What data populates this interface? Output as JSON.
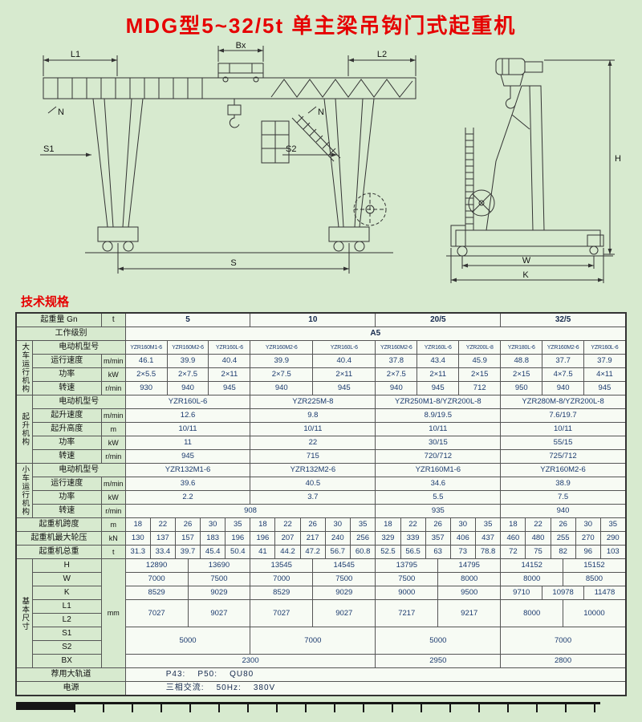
{
  "page": {
    "title": "MDG型5~32/5t 单主梁吊钩门式起重机",
    "section_title": "技术规格"
  },
  "drawing": {
    "labels": {
      "L1": "L1",
      "Bx": "Bx",
      "L2": "L2",
      "S": "S",
      "S1": "S1",
      "S2": "S2",
      "N1": "N",
      "N2": "N",
      "H": "H",
      "W": "W",
      "K": "K"
    }
  },
  "table": {
    "rows": [
      {
        "cells": [
          {
            "t": "起重量 Gn",
            "c": 2,
            "k": "lbl"
          },
          {
            "t": "t",
            "c": 1,
            "k": "lbl"
          },
          {
            "t": "5",
            "c": 30,
            "k": "hdr"
          },
          {
            "t": "10",
            "c": 30,
            "k": "hdr"
          },
          {
            "t": "20/5",
            "c": 30,
            "k": "hdr"
          },
          {
            "t": "32/5",
            "c": 30,
            "k": "hdr"
          }
        ]
      },
      {
        "cells": [
          {
            "t": "工作级别",
            "c": 3,
            "k": "lbl"
          },
          {
            "t": "A5",
            "c": 120,
            "k": "hdr"
          }
        ]
      },
      {
        "cells": [
          {
            "t": "大车运行机构",
            "c": 1,
            "r": 4,
            "k": "vert"
          },
          {
            "t": "电动机型号",
            "c": 2,
            "k": "lbl"
          },
          {
            "t": "YZR160M1-6",
            "c": 10,
            "k": "sm"
          },
          {
            "t": "YZR160M2-6",
            "c": 10,
            "k": "sm"
          },
          {
            "t": "YZR160L-6",
            "c": 10,
            "k": "sm"
          },
          {
            "t": "YZR160M2-6",
            "c": 15,
            "k": "sm"
          },
          {
            "t": "YZR160L-6",
            "c": 15,
            "k": "sm"
          },
          {
            "t": "YZR160M2-6",
            "c": 10,
            "k": "sm"
          },
          {
            "t": "YZR160L-6",
            "c": 10,
            "k": "sm"
          },
          {
            "t": "YZR200L-8",
            "c": 10,
            "k": "sm"
          },
          {
            "t": "YZR180L-6",
            "c": 10,
            "k": "sm"
          },
          {
            "t": "YZR160M2-6",
            "c": 10,
            "k": "sm"
          },
          {
            "t": "YZR160L-6",
            "c": 10,
            "k": "sm"
          }
        ]
      },
      {
        "cells": [
          {
            "t": "运行速度",
            "c": 1,
            "k": "lbl"
          },
          {
            "t": "m/min",
            "c": 1,
            "k": "unit"
          },
          {
            "t": "46.1",
            "c": 10
          },
          {
            "t": "39.9",
            "c": 10
          },
          {
            "t": "40.4",
            "c": 10
          },
          {
            "t": "39.9",
            "c": 15
          },
          {
            "t": "40.4",
            "c": 15
          },
          {
            "t": "37.8",
            "c": 10
          },
          {
            "t": "43.4",
            "c": 10
          },
          {
            "t": "45.9",
            "c": 10
          },
          {
            "t": "48.8",
            "c": 10
          },
          {
            "t": "37.7",
            "c": 10
          },
          {
            "t": "37.9",
            "c": 10
          }
        ]
      },
      {
        "cells": [
          {
            "t": "功率",
            "c": 1,
            "k": "lbl"
          },
          {
            "t": "kW",
            "c": 1,
            "k": "unit"
          },
          {
            "t": "2×5.5",
            "c": 10
          },
          {
            "t": "2×7.5",
            "c": 10
          },
          {
            "t": "2×11",
            "c": 10
          },
          {
            "t": "2×7.5",
            "c": 15
          },
          {
            "t": "2×11",
            "c": 15
          },
          {
            "t": "2×7.5",
            "c": 10
          },
          {
            "t": "2×11",
            "c": 10
          },
          {
            "t": "2×15",
            "c": 10
          },
          {
            "t": "2×15",
            "c": 10
          },
          {
            "t": "4×7.5",
            "c": 10
          },
          {
            "t": "4×11",
            "c": 10
          }
        ]
      },
      {
        "cells": [
          {
            "t": "转速",
            "c": 1,
            "k": "lbl"
          },
          {
            "t": "r/min",
            "c": 1,
            "k": "unit"
          },
          {
            "t": "930",
            "c": 10
          },
          {
            "t": "940",
            "c": 10
          },
          {
            "t": "945",
            "c": 10
          },
          {
            "t": "940",
            "c": 15
          },
          {
            "t": "945",
            "c": 15
          },
          {
            "t": "940",
            "c": 10
          },
          {
            "t": "945",
            "c": 10
          },
          {
            "t": "712",
            "c": 10
          },
          {
            "t": "950",
            "c": 10
          },
          {
            "t": "940",
            "c": 10
          },
          {
            "t": "945",
            "c": 10
          }
        ]
      },
      {
        "cells": [
          {
            "t": "起升机构",
            "c": 1,
            "r": 5,
            "k": "vert"
          },
          {
            "t": "电动机型号",
            "c": 2,
            "k": "lbl"
          },
          {
            "t": "YZR160L-6",
            "c": 30
          },
          {
            "t": "YZR225M-8",
            "c": 30
          },
          {
            "t": "YZR250M1-8/YZR200L-8",
            "c": 30
          },
          {
            "t": "YZR280M-8/YZR200L-8",
            "c": 30
          }
        ]
      },
      {
        "cells": [
          {
            "t": "起升速度",
            "c": 1,
            "k": "lbl"
          },
          {
            "t": "m/min",
            "c": 1,
            "k": "unit"
          },
          {
            "t": "12.6",
            "c": 30
          },
          {
            "t": "9.8",
            "c": 30
          },
          {
            "t": "8.9/19.5",
            "c": 30
          },
          {
            "t": "7.6/19.7",
            "c": 30
          }
        ]
      },
      {
        "cells": [
          {
            "t": "起升高度",
            "c": 1,
            "k": "lbl"
          },
          {
            "t": "m",
            "c": 1,
            "k": "unit"
          },
          {
            "t": "10/11",
            "c": 30
          },
          {
            "t": "10/11",
            "c": 30
          },
          {
            "t": "10/11",
            "c": 30
          },
          {
            "t": "10/11",
            "c": 30
          }
        ]
      },
      {
        "cells": [
          {
            "t": "功率",
            "c": 1,
            "k": "lbl"
          },
          {
            "t": "kW",
            "c": 1,
            "k": "unit"
          },
          {
            "t": "11",
            "c": 30
          },
          {
            "t": "22",
            "c": 30
          },
          {
            "t": "30/15",
            "c": 30
          },
          {
            "t": "55/15",
            "c": 30
          }
        ]
      },
      {
        "cells": [
          {
            "t": "转速",
            "c": 1,
            "k": "lbl"
          },
          {
            "t": "r/min",
            "c": 1,
            "k": "unit"
          },
          {
            "t": "945",
            "c": 30
          },
          {
            "t": "715",
            "c": 30
          },
          {
            "t": "720/712",
            "c": 30
          },
          {
            "t": "725/712",
            "c": 30
          }
        ]
      },
      {
        "cells": [
          {
            "t": "小车运行机构",
            "c": 1,
            "r": 4,
            "k": "vert"
          },
          {
            "t": "电动机型号",
            "c": 2,
            "k": "lbl"
          },
          {
            "t": "YZR132M1-6",
            "c": 30
          },
          {
            "t": "YZR132M2-6",
            "c": 30
          },
          {
            "t": "YZR160M1-6",
            "c": 30
          },
          {
            "t": "YZR160M2-6",
            "c": 30
          }
        ]
      },
      {
        "cells": [
          {
            "t": "运行速度",
            "c": 1,
            "k": "lbl"
          },
          {
            "t": "m/min",
            "c": 1,
            "k": "unit"
          },
          {
            "t": "39.6",
            "c": 30
          },
          {
            "t": "40.5",
            "c": 30
          },
          {
            "t": "34.6",
            "c": 30
          },
          {
            "t": "38.9",
            "c": 30
          }
        ]
      },
      {
        "cells": [
          {
            "t": "功率",
            "c": 1,
            "k": "lbl"
          },
          {
            "t": "kW",
            "c": 1,
            "k": "unit"
          },
          {
            "t": "2.2",
            "c": 30
          },
          {
            "t": "3.7",
            "c": 30
          },
          {
            "t": "5.5",
            "c": 30
          },
          {
            "t": "7.5",
            "c": 30
          }
        ]
      },
      {
        "cells": [
          {
            "t": "转速",
            "c": 1,
            "k": "lbl"
          },
          {
            "t": "r/min",
            "c": 1,
            "k": "unit"
          },
          {
            "t": "908",
            "c": 60
          },
          {
            "t": "935",
            "c": 30
          },
          {
            "t": "940",
            "c": 30
          }
        ]
      },
      {
        "cells": [
          {
            "t": "起重机跨度",
            "c": 2,
            "k": "lbl"
          },
          {
            "t": "m",
            "c": 1,
            "k": "unit"
          },
          {
            "t": "18",
            "c": 6
          },
          {
            "t": "22",
            "c": 6
          },
          {
            "t": "26",
            "c": 6
          },
          {
            "t": "30",
            "c": 6
          },
          {
            "t": "35",
            "c": 6
          },
          {
            "t": "18",
            "c": 6
          },
          {
            "t": "22",
            "c": 6
          },
          {
            "t": "26",
            "c": 6
          },
          {
            "t": "30",
            "c": 6
          },
          {
            "t": "35",
            "c": 6
          },
          {
            "t": "18",
            "c": 6
          },
          {
            "t": "22",
            "c": 6
          },
          {
            "t": "26",
            "c": 6
          },
          {
            "t": "30",
            "c": 6
          },
          {
            "t": "35",
            "c": 6
          },
          {
            "t": "18",
            "c": 6
          },
          {
            "t": "22",
            "c": 6
          },
          {
            "t": "26",
            "c": 6
          },
          {
            "t": "30",
            "c": 6
          },
          {
            "t": "35",
            "c": 6
          }
        ]
      },
      {
        "cells": [
          {
            "t": "起重机最大轮压",
            "c": 2,
            "k": "lbl"
          },
          {
            "t": "kN",
            "c": 1,
            "k": "unit"
          },
          {
            "t": "130",
            "c": 6
          },
          {
            "t": "137",
            "c": 6
          },
          {
            "t": "157",
            "c": 6
          },
          {
            "t": "183",
            "c": 6
          },
          {
            "t": "196",
            "c": 6
          },
          {
            "t": "196",
            "c": 6
          },
          {
            "t": "207",
            "c": 6
          },
          {
            "t": "217",
            "c": 6
          },
          {
            "t": "240",
            "c": 6
          },
          {
            "t": "256",
            "c": 6
          },
          {
            "t": "329",
            "c": 6
          },
          {
            "t": "339",
            "c": 6
          },
          {
            "t": "357",
            "c": 6
          },
          {
            "t": "406",
            "c": 6
          },
          {
            "t": "437",
            "c": 6
          },
          {
            "t": "460",
            "c": 6
          },
          {
            "t": "480",
            "c": 6
          },
          {
            "t": "255",
            "c": 6
          },
          {
            "t": "270",
            "c": 6
          },
          {
            "t": "290",
            "c": 6
          }
        ]
      },
      {
        "cells": [
          {
            "t": "起重机总重",
            "c": 2,
            "k": "lbl"
          },
          {
            "t": "t",
            "c": 1,
            "k": "unit"
          },
          {
            "t": "31.3",
            "c": 6
          },
          {
            "t": "33.4",
            "c": 6
          },
          {
            "t": "39.7",
            "c": 6
          },
          {
            "t": "45.4",
            "c": 6
          },
          {
            "t": "50.4",
            "c": 6
          },
          {
            "t": "41",
            "c": 6
          },
          {
            "t": "44.2",
            "c": 6
          },
          {
            "t": "47.2",
            "c": 6
          },
          {
            "t": "56.7",
            "c": 6
          },
          {
            "t": "60.8",
            "c": 6
          },
          {
            "t": "52.5",
            "c": 6
          },
          {
            "t": "56.5",
            "c": 6
          },
          {
            "t": "63",
            "c": 6
          },
          {
            "t": "73",
            "c": 6
          },
          {
            "t": "78.8",
            "c": 6
          },
          {
            "t": "72",
            "c": 6
          },
          {
            "t": "75",
            "c": 6
          },
          {
            "t": "82",
            "c": 6
          },
          {
            "t": "96",
            "c": 6
          },
          {
            "t": "103",
            "c": 6
          }
        ]
      },
      {
        "cells": [
          {
            "t": "基本尺寸",
            "c": 1,
            "r": 8,
            "k": "vert"
          },
          {
            "t": "H",
            "c": 1,
            "k": "lbl"
          },
          {
            "t": "mm",
            "c": 1,
            "r": 8,
            "k": "unit"
          },
          {
            "t": "12890",
            "c": 15
          },
          {
            "t": "13690",
            "c": 15
          },
          {
            "t": "13545",
            "c": 15
          },
          {
            "t": "14545",
            "c": 15
          },
          {
            "t": "13795",
            "c": 15
          },
          {
            "t": "14795",
            "c": 15
          },
          {
            "t": "14152",
            "c": 15
          },
          {
            "t": "15152",
            "c": 15
          }
        ]
      },
      {
        "cells": [
          {
            "t": "W",
            "c": 1,
            "k": "lbl"
          },
          {
            "t": "7000",
            "c": 15
          },
          {
            "t": "7500",
            "c": 15
          },
          {
            "t": "7000",
            "c": 15
          },
          {
            "t": "7500",
            "c": 15
          },
          {
            "t": "7500",
            "c": 15
          },
          {
            "t": "8000",
            "c": 15
          },
          {
            "t": "8000",
            "c": 15
          },
          {
            "t": "8500",
            "c": 15
          }
        ]
      },
      {
        "cells": [
          {
            "t": "K",
            "c": 1,
            "k": "lbl"
          },
          {
            "t": "8529",
            "c": 15
          },
          {
            "t": "9029",
            "c": 15
          },
          {
            "t": "8529",
            "c": 15
          },
          {
            "t": "9029",
            "c": 15
          },
          {
            "t": "9000",
            "c": 15
          },
          {
            "t": "9500",
            "c": 15
          },
          {
            "t": "9710",
            "c": 10
          },
          {
            "t": "10978",
            "c": 10
          },
          {
            "t": "11478",
            "c": 10
          }
        ]
      },
      {
        "cells": [
          {
            "t": "L1",
            "c": 1,
            "k": "lbl"
          },
          {
            "t": "7027",
            "c": 15,
            "r": 2
          },
          {
            "t": "9027",
            "c": 15,
            "r": 2
          },
          {
            "t": "7027",
            "c": 15,
            "r": 2
          },
          {
            "t": "9027",
            "c": 15,
            "r": 2
          },
          {
            "t": "7217",
            "c": 15,
            "r": 2
          },
          {
            "t": "9217",
            "c": 15,
            "r": 2
          },
          {
            "t": "8000",
            "c": 15,
            "r": 2
          },
          {
            "t": "10000",
            "c": 15,
            "r": 2
          }
        ]
      },
      {
        "cells": [
          {
            "t": "L2",
            "c": 1,
            "k": "lbl"
          }
        ]
      },
      {
        "cells": [
          {
            "t": "S1",
            "c": 1,
            "k": "lbl"
          },
          {
            "t": "5000",
            "c": 30,
            "r": 2
          },
          {
            "t": "7000",
            "c": 30,
            "r": 2
          },
          {
            "t": "5000",
            "c": 30,
            "r": 2
          },
          {
            "t": "7000",
            "c": 30,
            "r": 2
          }
        ]
      },
      {
        "cells": [
          {
            "t": "S2",
            "c": 1,
            "k": "lbl"
          }
        ]
      },
      {
        "cells": [
          {
            "t": "BX",
            "c": 1,
            "k": "lbl"
          },
          {
            "t": "2300",
            "c": 60
          },
          {
            "t": "2950",
            "c": 30
          },
          {
            "t": "2800",
            "c": 30
          }
        ]
      },
      {
        "cells": [
          {
            "t": "荐用大轨道",
            "c": 3,
            "k": "lbl"
          },
          {
            "t": "P43:    P50:    QU80",
            "c": 120,
            "k": "pre"
          }
        ]
      },
      {
        "cells": [
          {
            "t": "电源",
            "c": 3,
            "k": "lbl"
          },
          {
            "t": "三相交流:    50Hz:    380V",
            "c": 120,
            "k": "pre"
          }
        ]
      }
    ]
  }
}
